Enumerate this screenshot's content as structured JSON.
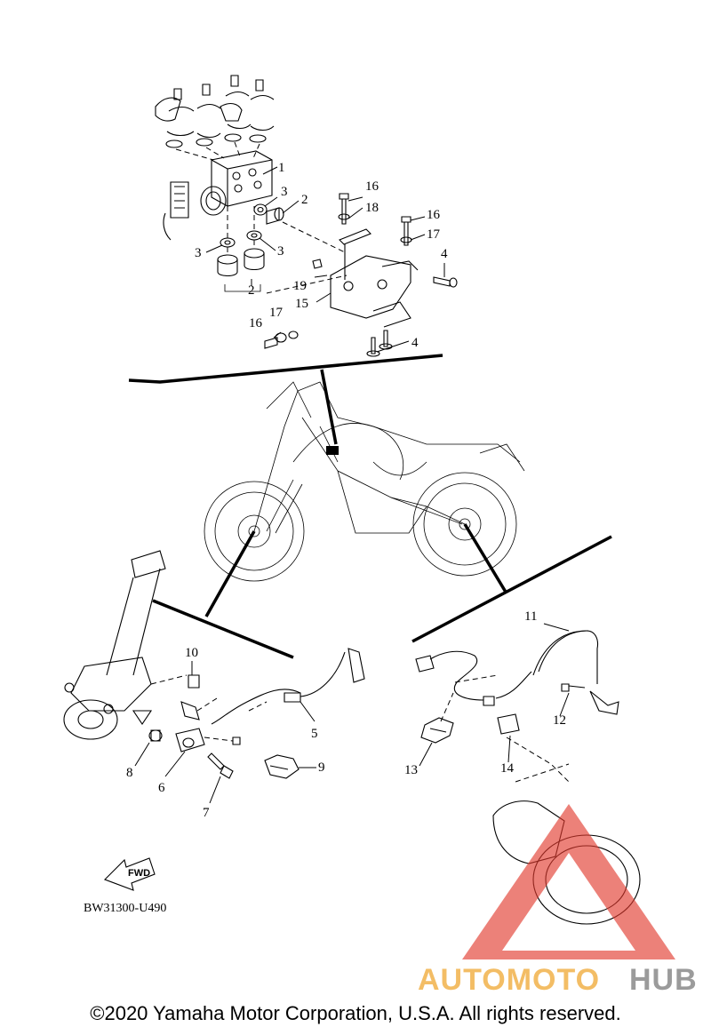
{
  "diagram_code": "BW31300-U490",
  "copyright": "©2020 Yamaha Motor Corporation, U.S.A. All rights reserved.",
  "fwd_label": "FWD",
  "watermark": {
    "part1": "AUTOMOTO",
    "part2": "HUB",
    "color1": "#f2b24b",
    "color2": "#8a8a8a",
    "triangle": "#e23a2e"
  },
  "callouts": {
    "abs_unit": "1",
    "damper_a": "2",
    "damper_b": "2",
    "collar_a": "3",
    "collar_b": "3",
    "collar_c": "3",
    "bolt_a": "4",
    "bolt_b": "4",
    "front_sensor": "5",
    "sensor_guard": "6",
    "bolt_front": "7",
    "collar_front": "8",
    "clamp_front": "9",
    "holder_front": "10",
    "rear_sensor": "11",
    "bolt_rear": "12",
    "clamp_rear": "13",
    "holder_rear": "14",
    "bracket": "15",
    "bolt_16a": "16",
    "bolt_16b": "16",
    "bolt_16c": "16",
    "washer_17a": "17",
    "washer_17b": "17",
    "collar_18": "18",
    "nut_19": "19"
  }
}
